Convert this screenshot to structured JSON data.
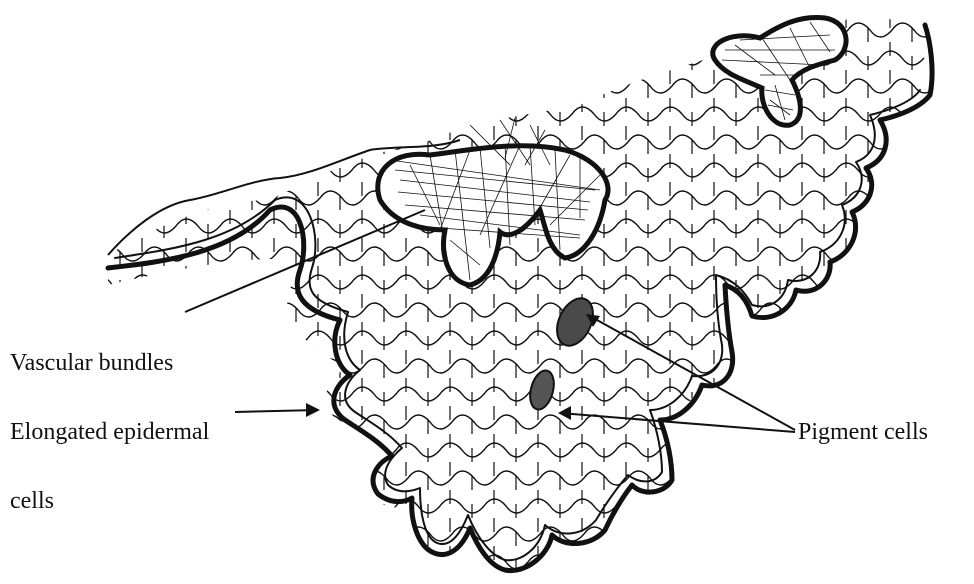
{
  "labels": {
    "vascular_bundles": "Vascular bundles",
    "elongated_epidermal_line1": "Elongated epidermal",
    "elongated_epidermal_line2": "cells",
    "pigment_cells": "Pigment cells"
  },
  "colors": {
    "ink": "#111111",
    "pigment": "#4a4a4a",
    "background": "#ffffff"
  }
}
